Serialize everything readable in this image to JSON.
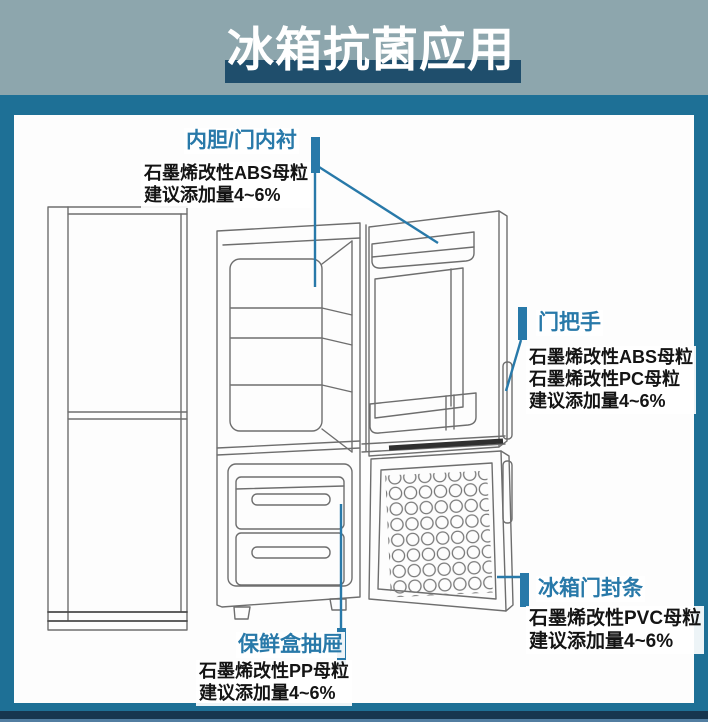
{
  "title": "冰箱抗菌应用",
  "colors": {
    "band": "#8da6ad",
    "title_bar": "#1f4e6c",
    "frame": "#1e7096",
    "accent": "#2879a9",
    "bottom_strip": "#17364f"
  },
  "callouts": [
    {
      "id": "liner",
      "title": "内胆/门内衬",
      "lines": [
        "石墨烯改性ABS母粒",
        "建议添加量4~6%"
      ]
    },
    {
      "id": "handle",
      "title": "门把手",
      "lines": [
        "石墨烯改性ABS母粒",
        "石墨烯改性PC母粒",
        "建议添加量4~6%"
      ]
    },
    {
      "id": "drawer",
      "title": "保鲜盒抽屉",
      "lines": [
        "石墨烯改性PP母粒",
        "建议添加量4~6%"
      ]
    },
    {
      "id": "seal",
      "title": "冰箱门封条",
      "lines": [
        "石墨烯改性PVC母粒",
        "建议添加量4~6%"
      ]
    }
  ]
}
